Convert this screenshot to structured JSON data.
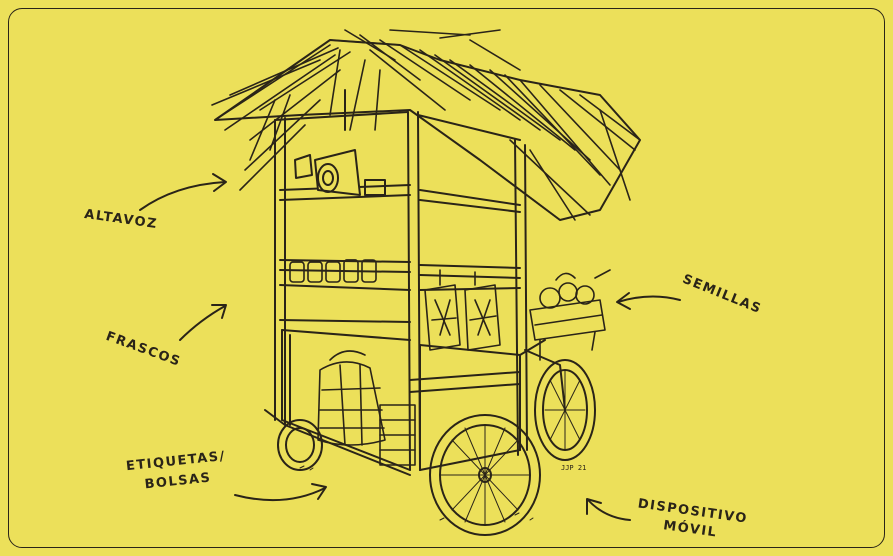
{
  "labels": {
    "altavoz": "ALTAVOZ",
    "frascos": "FRASCOS",
    "etiquetas_line1": "ETIQUETAS/",
    "etiquetas_line2": "BOLSAS",
    "semillas": "SEMILLAS",
    "dispositivo_line1": "DISPOSITIVO",
    "dispositivo_line2": "MÓVIL"
  },
  "signature": "JJP 21",
  "colors": {
    "background": "#ece05a",
    "ink": "#2a2418"
  }
}
